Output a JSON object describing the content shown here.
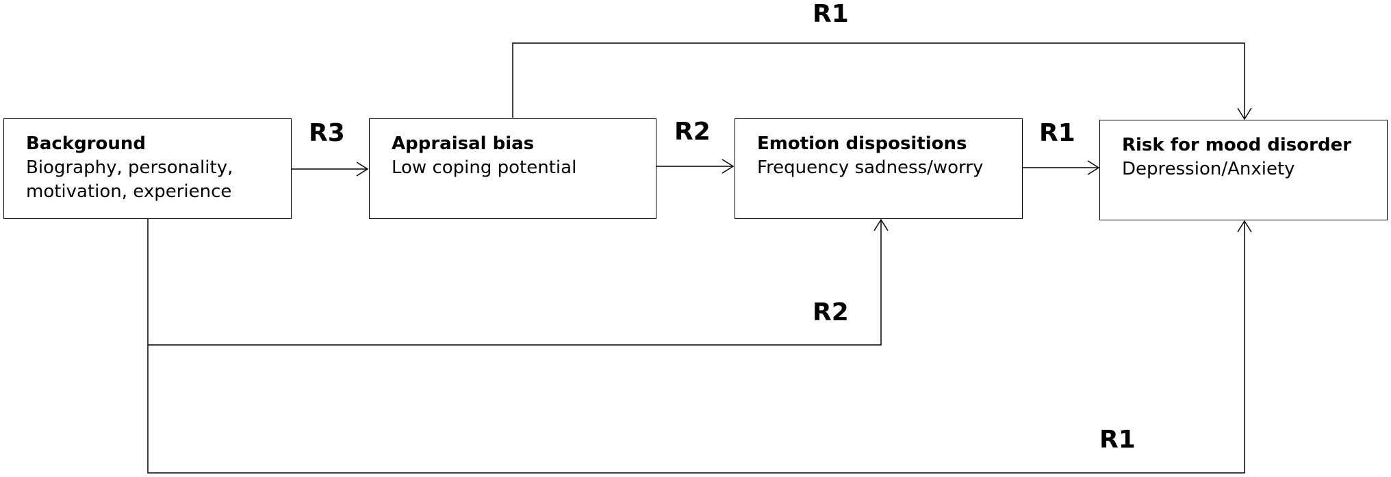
{
  "diagram": {
    "nodes": {
      "background": {
        "title": "Background",
        "lines": [
          "Biography, personality,",
          "motivation, experience"
        ]
      },
      "appraisal": {
        "title": "Appraisal bias",
        "lines": [
          "Low coping potential"
        ]
      },
      "emotion": {
        "title": "Emotion dispositions",
        "lines": [
          "Frequency sadness/worry"
        ]
      },
      "risk": {
        "title": "Risk for mood disorder",
        "lines": [
          "Depression/Anxiety"
        ]
      }
    },
    "edges": [
      {
        "id": "background-to-appraisal",
        "from": "Background",
        "to": "Appraisal bias",
        "label": "R3"
      },
      {
        "id": "appraisal-to-emotion",
        "from": "Appraisal bias",
        "to": "Emotion dispositions",
        "label": "R2"
      },
      {
        "id": "emotion-to-risk",
        "from": "Emotion dispositions",
        "to": "Risk for mood disorder",
        "label": "R1"
      },
      {
        "id": "appraisal-to-risk",
        "from": "Appraisal bias",
        "to": "Risk for mood disorder",
        "label": "R1"
      },
      {
        "id": "background-to-emotion",
        "from": "Background",
        "to": "Emotion dispositions",
        "label": "R2"
      },
      {
        "id": "background-to-risk",
        "from": "Background",
        "to": "Risk for mood disorder",
        "label": "R1"
      }
    ]
  }
}
